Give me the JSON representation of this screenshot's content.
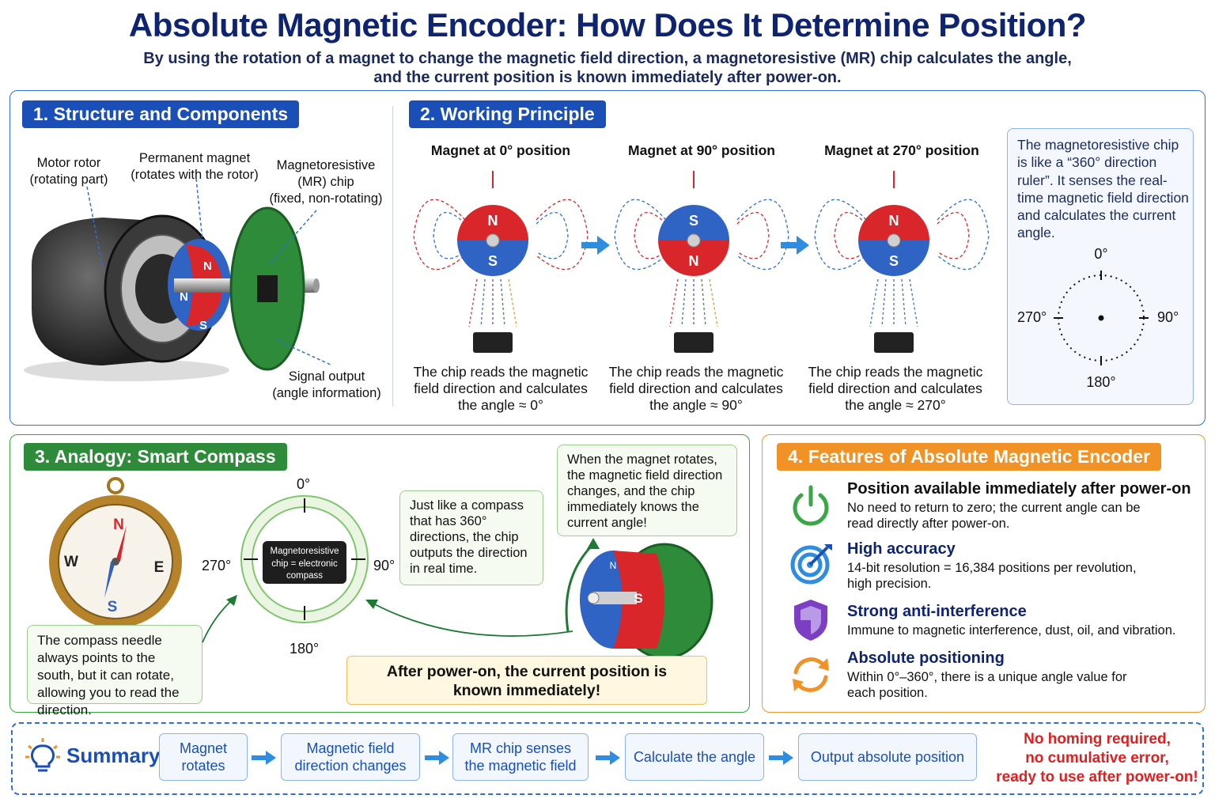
{
  "header": {
    "title": "Absolute Magnetic Encoder: How Does It Determine Position?",
    "subtitle_line1": "By using the rotation of a magnet to change the magnetic field direction, a magnetoresistive (MR) chip calculates the angle,",
    "subtitle_line2": "and the current position is known immediately after power-on."
  },
  "section1": {
    "heading": "1. Structure and Components",
    "motor_label_1": "Motor rotor",
    "motor_label_2": "(rotating part)",
    "magnet_label_1": "Permanent magnet",
    "magnet_label_2": "(rotates with the rotor)",
    "chip_label_1": "Magnetoresistive",
    "chip_label_2": "(MR) chip",
    "chip_label_3": "(fixed, non-rotating)",
    "signal_label_1": "Signal output",
    "signal_label_2": "(angle information)",
    "pole_n": "N",
    "pole_s": "S"
  },
  "section2": {
    "heading": "2. Working Principle",
    "columns": [
      {
        "title": "Magnet at 0° position",
        "top_pole": "N",
        "bottom_pole": "S",
        "desc1": "The chip reads the magnetic",
        "desc2": "field direction and calculates",
        "desc3": "the angle ≈ 0°"
      },
      {
        "title": "Magnet at 90° position",
        "top_pole": "S",
        "bottom_pole": "N",
        "desc1": "The chip reads the magnetic",
        "desc2": "field direction and calculates",
        "desc3": "the angle ≈ 90°"
      },
      {
        "title": "Magnet at 270° position",
        "top_pole": "N",
        "bottom_pole": "S",
        "desc1": "The chip reads the magnetic",
        "desc2": "field direction and calculates",
        "desc3": "the angle ≈ 270°"
      }
    ],
    "ruler_text": "The magnetoresistive chip is like a “360° direction ruler”. It senses the real-time magnetic field direction and calculates the current angle.",
    "dial": {
      "top": "0°",
      "right": "90°",
      "bottom": "180°",
      "left": "270°"
    }
  },
  "section3": {
    "heading": "3. Analogy: Smart Compass",
    "compass": {
      "n": "N",
      "s": "S",
      "e": "E",
      "w": "W"
    },
    "compass_note": "The compass needle always points to the south, but it can rotate, allowing you to read the direction.",
    "dial": {
      "top": "0°",
      "right": "90°",
      "bottom": "180°",
      "left": "270°"
    },
    "chip_text_1": "Magnetoresistive",
    "chip_text_2": "chip = electronic",
    "chip_text_3": "compass",
    "compass_bubble": "Just like a compass that has 360° directions, the chip outputs the direction in real time.",
    "rotate_bubble": "When the magnet rotates, the magnetic field direction changes, and the chip immediately knows the current angle!",
    "magnet_n": "N",
    "magnet_s": "S",
    "poweron_1": "After power-on, the current position is",
    "poweron_2": "known immediately!"
  },
  "section4": {
    "heading": "4. Features of Absolute Magnetic Encoder",
    "features": [
      {
        "icon": "power-icon",
        "title": "Position available immediately after power-on",
        "desc1": "No need to return to zero; the current angle can be",
        "desc2": "read directly after power-on."
      },
      {
        "icon": "target-icon",
        "title": "High accuracy",
        "desc1": "14-bit resolution = 16,384 positions per revolution,",
        "desc2": "high precision."
      },
      {
        "icon": "shield-icon",
        "title": "Strong anti-interference",
        "desc1": "Immune to magnetic interference, dust, oil, and vibration.",
        "desc2": ""
      },
      {
        "icon": "cycle-icon",
        "title": "Absolute positioning",
        "desc1": "Within 0°–360°, there is a unique angle value for",
        "desc2": "each position."
      }
    ]
  },
  "summary": {
    "label": "Summary:",
    "steps": [
      {
        "line1": "Magnet",
        "line2": "rotates"
      },
      {
        "line1": "Magnetic field",
        "line2": "direction changes"
      },
      {
        "line1": "MR chip senses",
        "line2": "the magnetic field"
      },
      {
        "line1": "Calculate the angle",
        "line2": ""
      },
      {
        "line1": "Output absolute position",
        "line2": ""
      }
    ],
    "final_1": "No homing required,",
    "final_2": "no cumulative error,",
    "final_3": "ready to use after power-on!"
  },
  "colors": {
    "navy": "#0f2470",
    "blue": "#1a4fb8",
    "green": "#2e8b3a",
    "orange": "#f09226",
    "red": "#e02020",
    "magnet_red": "#d9262b",
    "magnet_blue": "#2f63c4"
  }
}
